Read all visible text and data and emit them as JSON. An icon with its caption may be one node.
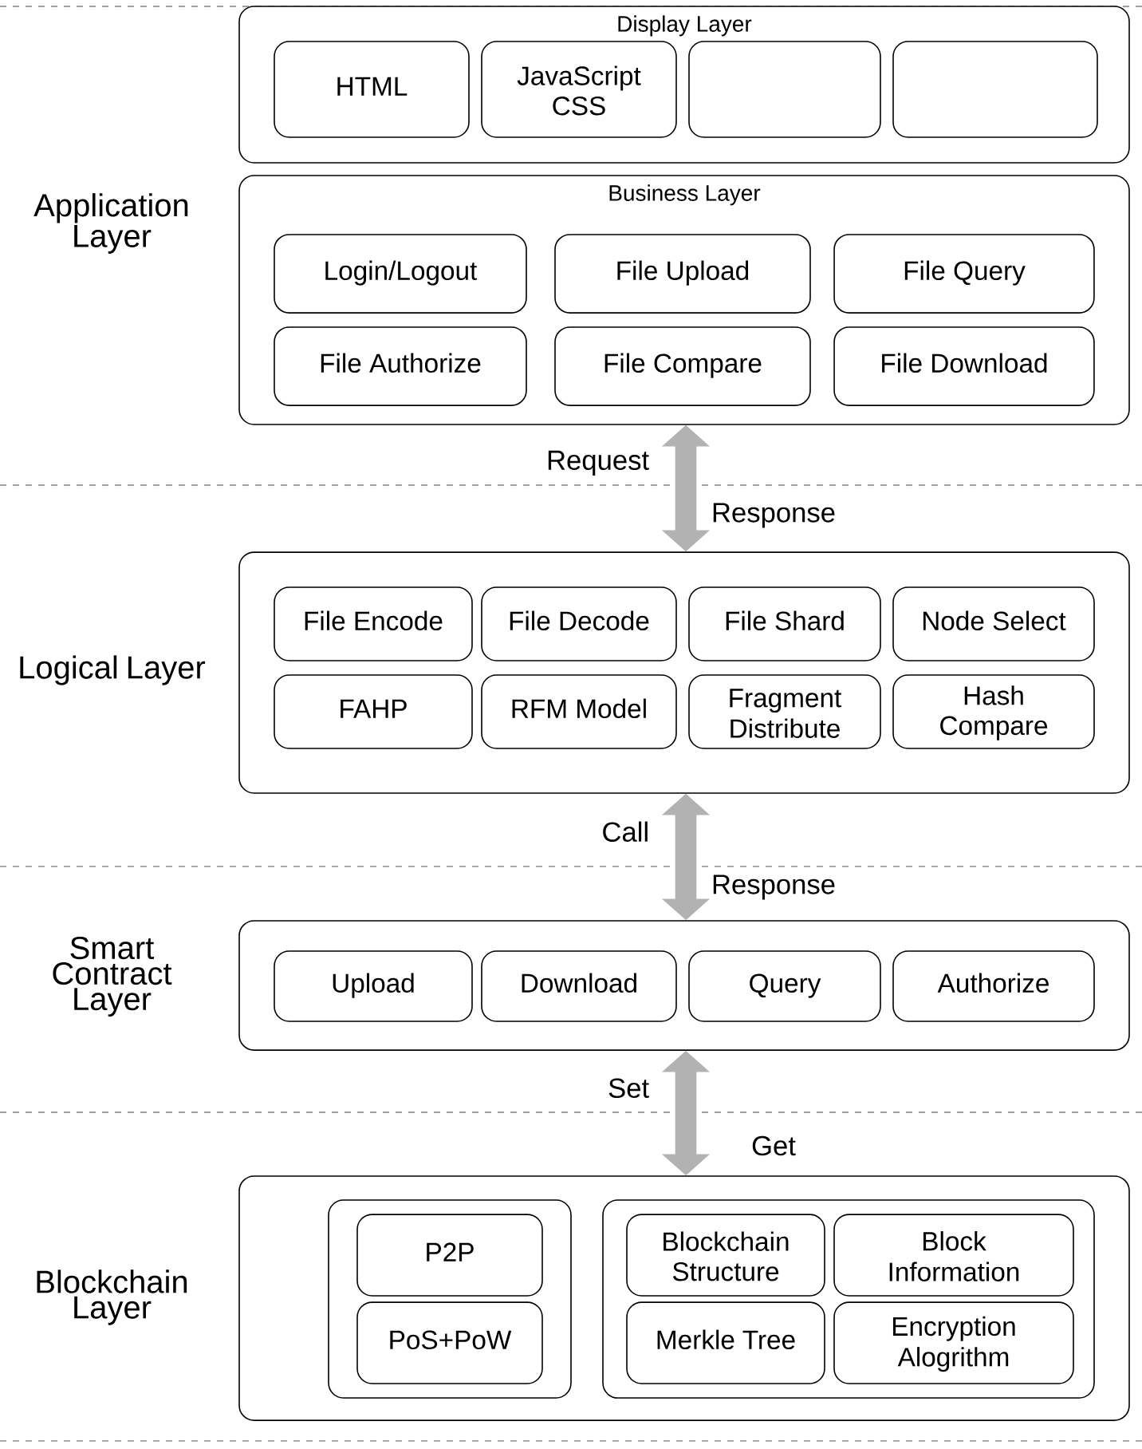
{
  "diagram": {
    "nodes": [
      {
        "text": [
          "Display Layer"
        ]
      },
      {
        "text": [
          "HTML"
        ],
        "in": 0
      },
      {
        "text": [
          "JavaScript CSS"
        ],
        "in": 0
      },
      {
        "text": [],
        "shape": "box",
        "in": 0
      },
      {
        "text": [],
        "shape": "box",
        "in": 0
      },
      {
        "text": [
          "Business Layer"
        ]
      },
      {
        "text": [
          "Login/Logout"
        ],
        "in": 5
      },
      {
        "text": [
          "File Upload"
        ],
        "in": 5
      },
      {
        "text": [
          "File Query"
        ],
        "in": 5
      },
      {
        "text": [
          "File Authorize"
        ],
        "in": 5
      },
      {
        "text": [
          "File Compare"
        ],
        "in": 5
      },
      {
        "text": [
          "File Download"
        ],
        "in": 5
      },
      {
        "text": [],
        "shape": "box"
      },
      {
        "text": [
          "File Encode"
        ],
        "in": 12
      },
      {
        "text": [
          "File Decode"
        ],
        "in": 12
      },
      {
        "text": [
          "File Shard"
        ],
        "in": 12
      },
      {
        "text": [
          "Node Select"
        ],
        "in": 12
      },
      {
        "text": [
          "FAHP"
        ],
        "in": 12
      },
      {
        "text": [
          "RFM Model"
        ],
        "in": 12
      },
      {
        "text": [
          "Fragment Distribute"
        ],
        "in": 12
      },
      {
        "text": [
          "Hash Compare"
        ],
        "in": 12
      },
      {
        "text": [],
        "shape": "box"
      },
      {
        "text": [
          "Upload"
        ],
        "in": 21
      },
      {
        "text": [
          "Download"
        ],
        "in": 21
      },
      {
        "text": [
          "Query"
        ],
        "in": 21
      },
      {
        "text": [
          "Authorize"
        ],
        "in": 21
      },
      {
        "text": [],
        "shape": "box"
      },
      {
        "text": [],
        "shape": "box",
        "in": 26
      },
      {
        "text": [
          "P2P"
        ],
        "in": 27
      },
      {
        "text": [
          "PoS+PoW"
        ],
        "in": 27
      },
      {
        "text": [],
        "shape": "box",
        "in": 26
      },
      {
        "text": [
          "Blockchain Structure"
        ],
        "in": 30
      },
      {
        "text": [
          "Block Information"
        ],
        "in": 30
      },
      {
        "text": [
          "Merkle Tree"
        ],
        "in": 30
      },
      {
        "text": [
          "Encryption Alogrithm"
        ],
        "in": 30
      }
    ],
    "edges": [
      {
        "from": 5,
        "to": 12,
        "arrow": "both",
        "label": "Request"
      },
      {
        "from": 12,
        "to": 21,
        "arrow": "both",
        "label": "Call"
      },
      {
        "from": 21,
        "to": 26,
        "arrow": "both",
        "label": "Set"
      }
    ],
    "labels": [
      "Application Layer",
      "Response",
      "Logical Layer",
      "Response",
      "Smart Contract Layer",
      "Get",
      "Blockchain Layer"
    ]
  }
}
